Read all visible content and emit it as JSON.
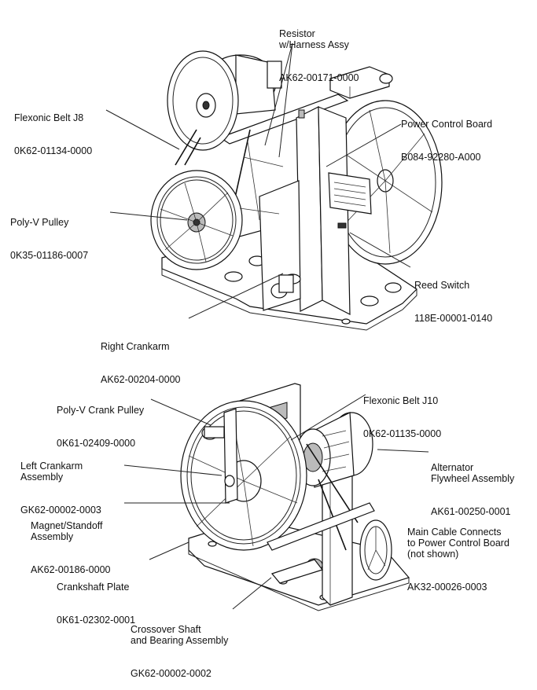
{
  "labels": {
    "resistor": {
      "name": "Resistor\nw/Harness Assy",
      "part": "AK62-00171-0000"
    },
    "flexonic_j8": {
      "name": "Flexonic Belt J8",
      "part": "0K62-01134-0000"
    },
    "power_control_board": {
      "name": "Power Control Board",
      "part": "B084-92280-A000"
    },
    "poly_v_pulley": {
      "name": "Poly-V Pulley",
      "part": "0K35-01186-0007"
    },
    "reed_switch": {
      "name": "Reed Switch",
      "part": "118E-00001-0140"
    },
    "right_crankarm": {
      "name": "Right Crankarm",
      "part": "AK62-00204-0000"
    },
    "poly_v_crank_pulley": {
      "name": "Poly-V Crank Pulley",
      "part": "0K61-02409-0000"
    },
    "flexonic_j10": {
      "name": "Flexonic Belt J10",
      "part": "0K62-01135-0000"
    },
    "left_crankarm": {
      "name": "Left Crankarm\nAssembly",
      "part": "GK62-00002-0003"
    },
    "alternator": {
      "name": "Alternator\nFlywheel Assembly",
      "part": "AK61-00250-0001"
    },
    "magnet_standoff": {
      "name": "Magnet/Standoff\nAssembly",
      "part": "AK62-00186-0000"
    },
    "main_cable": {
      "name": "Main Cable Connects\nto Power Control Board\n(not shown)",
      "part": "AK32-00026-0003"
    },
    "crankshaft_plate": {
      "name": "Crankshaft Plate",
      "part": "0K61-02302-0001"
    },
    "crossover_shaft": {
      "name": "Crossover Shaft\nand Bearing Assembly",
      "part": "GK62-00002-0002"
    }
  }
}
